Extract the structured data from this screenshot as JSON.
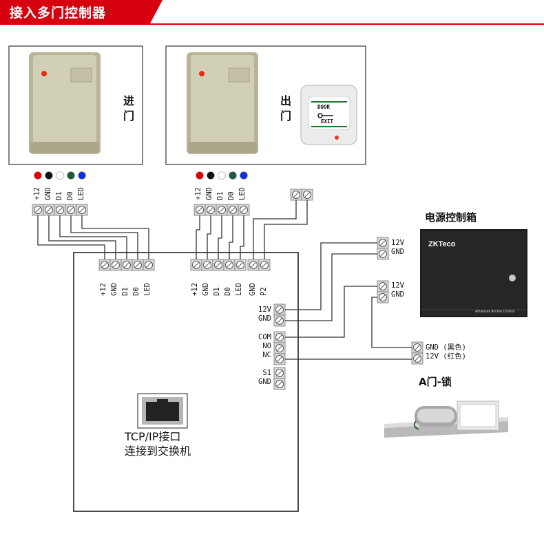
{
  "header": {
    "title": "接入多门控制器",
    "accent": "#d7000f"
  },
  "readers": {
    "entry_label": "进门",
    "exit_label": "出门",
    "wire_colors": [
      "#e00000",
      "#111111",
      "#ffffff",
      "#1b5a3a",
      "#1030e0"
    ],
    "wire_labels": [
      "+12",
      "GND",
      "D1",
      "D0",
      "LED"
    ]
  },
  "exit_button": {
    "top_text": "DOOR",
    "bottom_text": "EXIT"
  },
  "controller": {
    "reader1_terminals": [
      "+12",
      "GND",
      "D1",
      "D0",
      "LED"
    ],
    "reader2_terminals": [
      "+12",
      "GND",
      "D1",
      "D0",
      "LED"
    ],
    "button_terminals": [
      "GND",
      "P2"
    ],
    "power_terminals": [
      "12V",
      "GND"
    ],
    "relay_terminals": [
      "COM",
      "NO",
      "NC"
    ],
    "sensor_terminals": [
      "S1",
      "GND"
    ],
    "network_line1": "TCP/IP接口",
    "network_line2": "连接到交换机"
  },
  "power_box": {
    "title": "电源控制箱",
    "brand": "ZKTeco",
    "caption": "Advanced Access Control",
    "out1": [
      "12V",
      "GND"
    ],
    "out2": [
      "12V",
      "GND"
    ]
  },
  "lock": {
    "title": "A门-锁",
    "terminals": [
      "GND (黑色)",
      "12V (红色)"
    ]
  }
}
